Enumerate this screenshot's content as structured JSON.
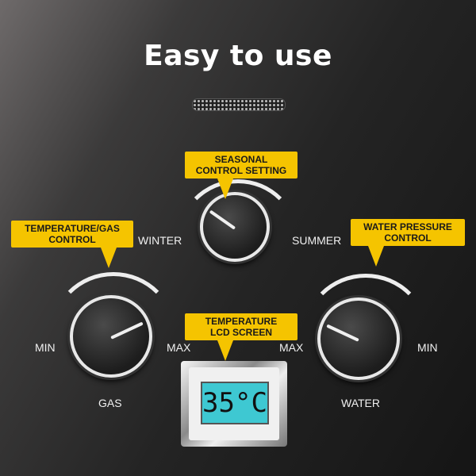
{
  "title": "Easy to use",
  "callouts": {
    "seasonal": "SEASONAL\nCONTROL SETTING",
    "temperature_gas": "TEMPERATURE/GAS\nCONTROL",
    "water_pressure": "WATER PRESSURE\nCONTROL",
    "lcd": "TEMPERATURE\nLCD SCREEN"
  },
  "seasonal_knob": {
    "left_label": "WINTER",
    "right_label": "SUMMER"
  },
  "gas_knob": {
    "left_label": "MIN",
    "right_label": "MAX",
    "bottom_label": "GAS"
  },
  "water_knob": {
    "left_label": "MAX",
    "right_label": "MIN",
    "bottom_label": "WATER"
  },
  "lcd": {
    "value": "35°C",
    "color": "#3ec8d2"
  },
  "accent_color": "#f5c400"
}
